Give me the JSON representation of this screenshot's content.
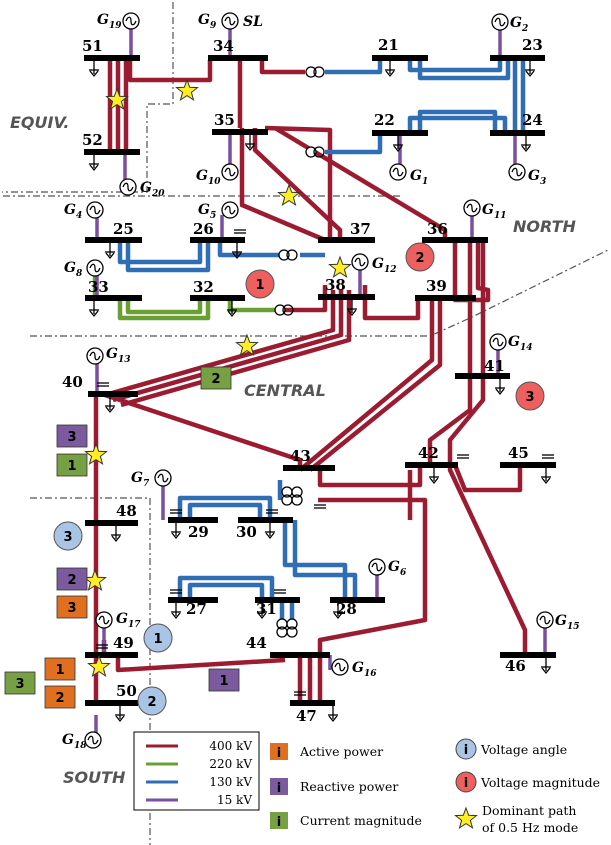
{
  "buses": [
    "51",
    "52",
    "34",
    "35",
    "21",
    "22",
    "23",
    "24",
    "25",
    "26",
    "37",
    "36",
    "33",
    "32",
    "38",
    "39",
    "40",
    "41",
    "42",
    "43",
    "45",
    "48",
    "29",
    "30",
    "27",
    "31",
    "28",
    "49",
    "44",
    "46",
    "50",
    "47"
  ],
  "generators": [
    {
      "name": "G",
      "sub": "19"
    },
    {
      "name": "G",
      "sub": "9"
    },
    {
      "name": "G",
      "sub": "2"
    },
    {
      "name": "G",
      "sub": "10"
    },
    {
      "name": "G",
      "sub": "20"
    },
    {
      "name": "G",
      "sub": "1"
    },
    {
      "name": "G",
      "sub": "3"
    },
    {
      "name": "G",
      "sub": "11"
    },
    {
      "name": "G",
      "sub": "4"
    },
    {
      "name": "G",
      "sub": "5"
    },
    {
      "name": "G",
      "sub": "8"
    },
    {
      "name": "G",
      "sub": "12"
    },
    {
      "name": "G",
      "sub": "14"
    },
    {
      "name": "G",
      "sub": "13"
    },
    {
      "name": "G",
      "sub": "7"
    },
    {
      "name": "G",
      "sub": "6"
    },
    {
      "name": "G",
      "sub": "17"
    },
    {
      "name": "G",
      "sub": "15"
    },
    {
      "name": "G",
      "sub": "16"
    },
    {
      "name": "G",
      "sub": "18"
    }
  ],
  "slack_label": "SL",
  "areas": {
    "equiv": "EQUIV.",
    "north": "NORTH",
    "central": "CENTRAL",
    "south": "SOUTH"
  },
  "markers": [
    {
      "type": "voltage-magnitude",
      "value": "1"
    },
    {
      "type": "voltage-magnitude",
      "value": "2"
    },
    {
      "type": "voltage-magnitude",
      "value": "3"
    },
    {
      "type": "current-magnitude",
      "value": "2"
    },
    {
      "type": "reactive-power",
      "value": "3"
    },
    {
      "type": "current-magnitude",
      "value": "1"
    },
    {
      "type": "voltage-angle",
      "value": "3"
    },
    {
      "type": "reactive-power",
      "value": "2"
    },
    {
      "type": "active-power",
      "value": "3"
    },
    {
      "type": "voltage-angle",
      "value": "1"
    },
    {
      "type": "active-power",
      "value": "1"
    },
    {
      "type": "current-magnitude",
      "value": "3"
    },
    {
      "type": "active-power",
      "value": "2"
    },
    {
      "type": "voltage-angle",
      "value": "2"
    },
    {
      "type": "reactive-power",
      "value": "1"
    }
  ],
  "legend": {
    "voltage_levels": [
      {
        "label": "400 kV",
        "color": "#9b1b30"
      },
      {
        "label": "220 kV",
        "color": "#6aa032"
      },
      {
        "label": "130 kV",
        "color": "#2f6db5"
      },
      {
        "label": "15 kV",
        "color": "#7a4fa0"
      }
    ],
    "key_marker": "i",
    "active_power": "Active power",
    "reactive_power": "Reactive power",
    "current_magnitude": "Current magnitude",
    "voltage_angle": "Voltage angle",
    "voltage_magnitude": "Voltage magnitude",
    "dominant_path_line1": "Dominant path",
    "dominant_path_line2": "of 0.5 Hz mode"
  },
  "colors": {
    "line_400kv": "#9b1b30",
    "line_220kv": "#6aa032",
    "line_130kv": "#2f6db5",
    "line_15kv": "#7a4fa0",
    "active_power": "#e07020",
    "reactive_power": "#7b5a9e",
    "current_magnitude": "#77a044",
    "voltage_angle": "#a9c4e4",
    "voltage_magnitude": "#ee6060",
    "dominant_path": "#ffee22"
  }
}
